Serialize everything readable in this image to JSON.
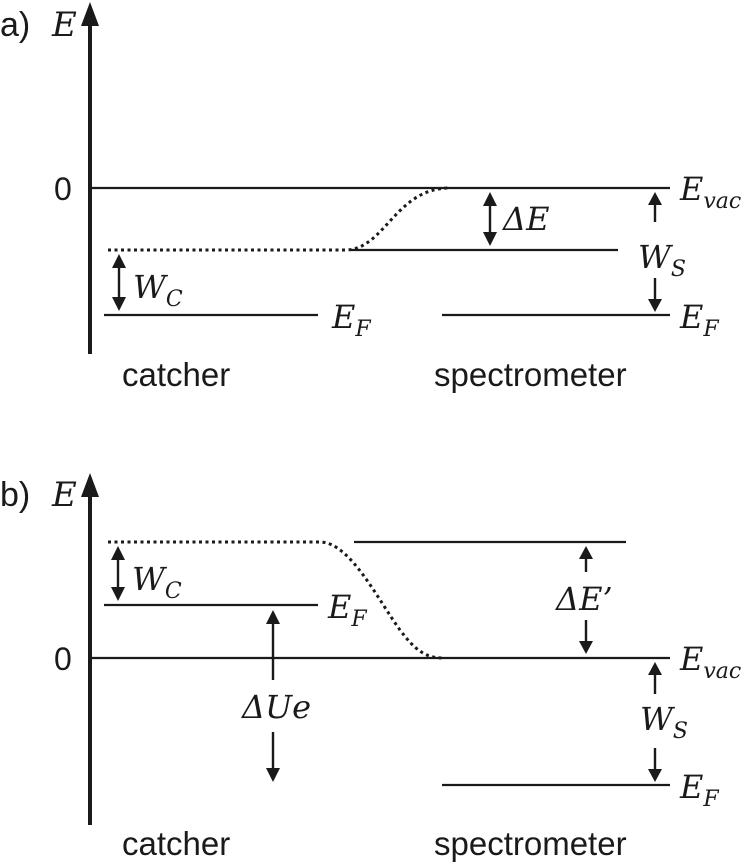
{
  "panel_a": {
    "label": "a)",
    "axis_label": "E",
    "zero_label": "0",
    "delta_label": "ΔE",
    "wc_main": "W",
    "wc_sub": "C",
    "ws_main": "W",
    "ws_sub": "S",
    "ef_left_main": "E",
    "ef_left_sub": "F",
    "ef_right_main": "E",
    "ef_right_sub": "F",
    "evac_main": "E",
    "evac_sub": "vac",
    "left_caption": "catcher",
    "right_caption": "spectrometer"
  },
  "panel_b": {
    "label": "b)",
    "axis_label": "E",
    "zero_label": "0",
    "delta_label": "ΔE’",
    "delta_u_label": "ΔUe",
    "wc_main": "W",
    "wc_sub": "C",
    "ws_main": "W",
    "ws_sub": "S",
    "ef_left_main": "E",
    "ef_left_sub": "F",
    "ef_right_main": "E",
    "ef_right_sub": "F",
    "evac_main": "E",
    "evac_sub": "vac",
    "left_caption": "catcher",
    "right_caption": "spectrometer"
  }
}
